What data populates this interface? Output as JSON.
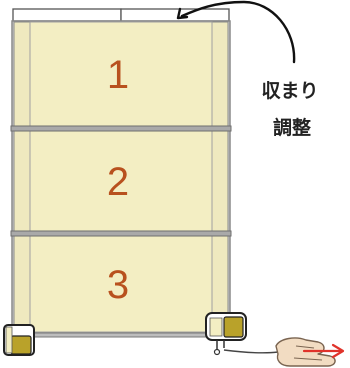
{
  "colors": {
    "panel_fill": "#f3eec3",
    "frame": "#8a8a8a",
    "frame_light": "#c9c9c9",
    "number": "#b8511e",
    "label": "#222222",
    "arrow": "#e0332b",
    "handle": "#b9a22a",
    "skin": "#f2dcc2"
  },
  "panels": [
    {
      "number": "1"
    },
    {
      "number": "2"
    },
    {
      "number": "3"
    }
  ],
  "annotation": {
    "line1": "収まり",
    "line2": "調整"
  },
  "icons": {
    "pointer": "curved-arrow-icon",
    "hand": "hand-icon",
    "right_arrow": "red-right-arrow-icon",
    "adjuster_left": "adjuster-left-icon",
    "adjuster_right": "adjuster-right-icon"
  }
}
